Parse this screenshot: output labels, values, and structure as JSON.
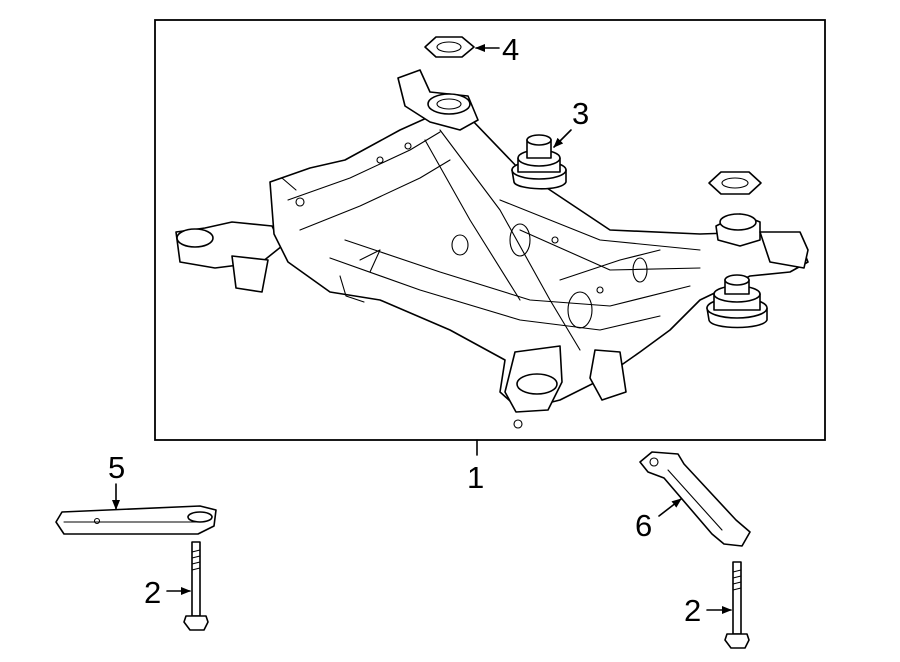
{
  "callouts": {
    "c1": "1",
    "c2_left": "2",
    "c2_right": "2",
    "c3": "3",
    "c4": "4",
    "c5": "5",
    "c6": "6"
  }
}
